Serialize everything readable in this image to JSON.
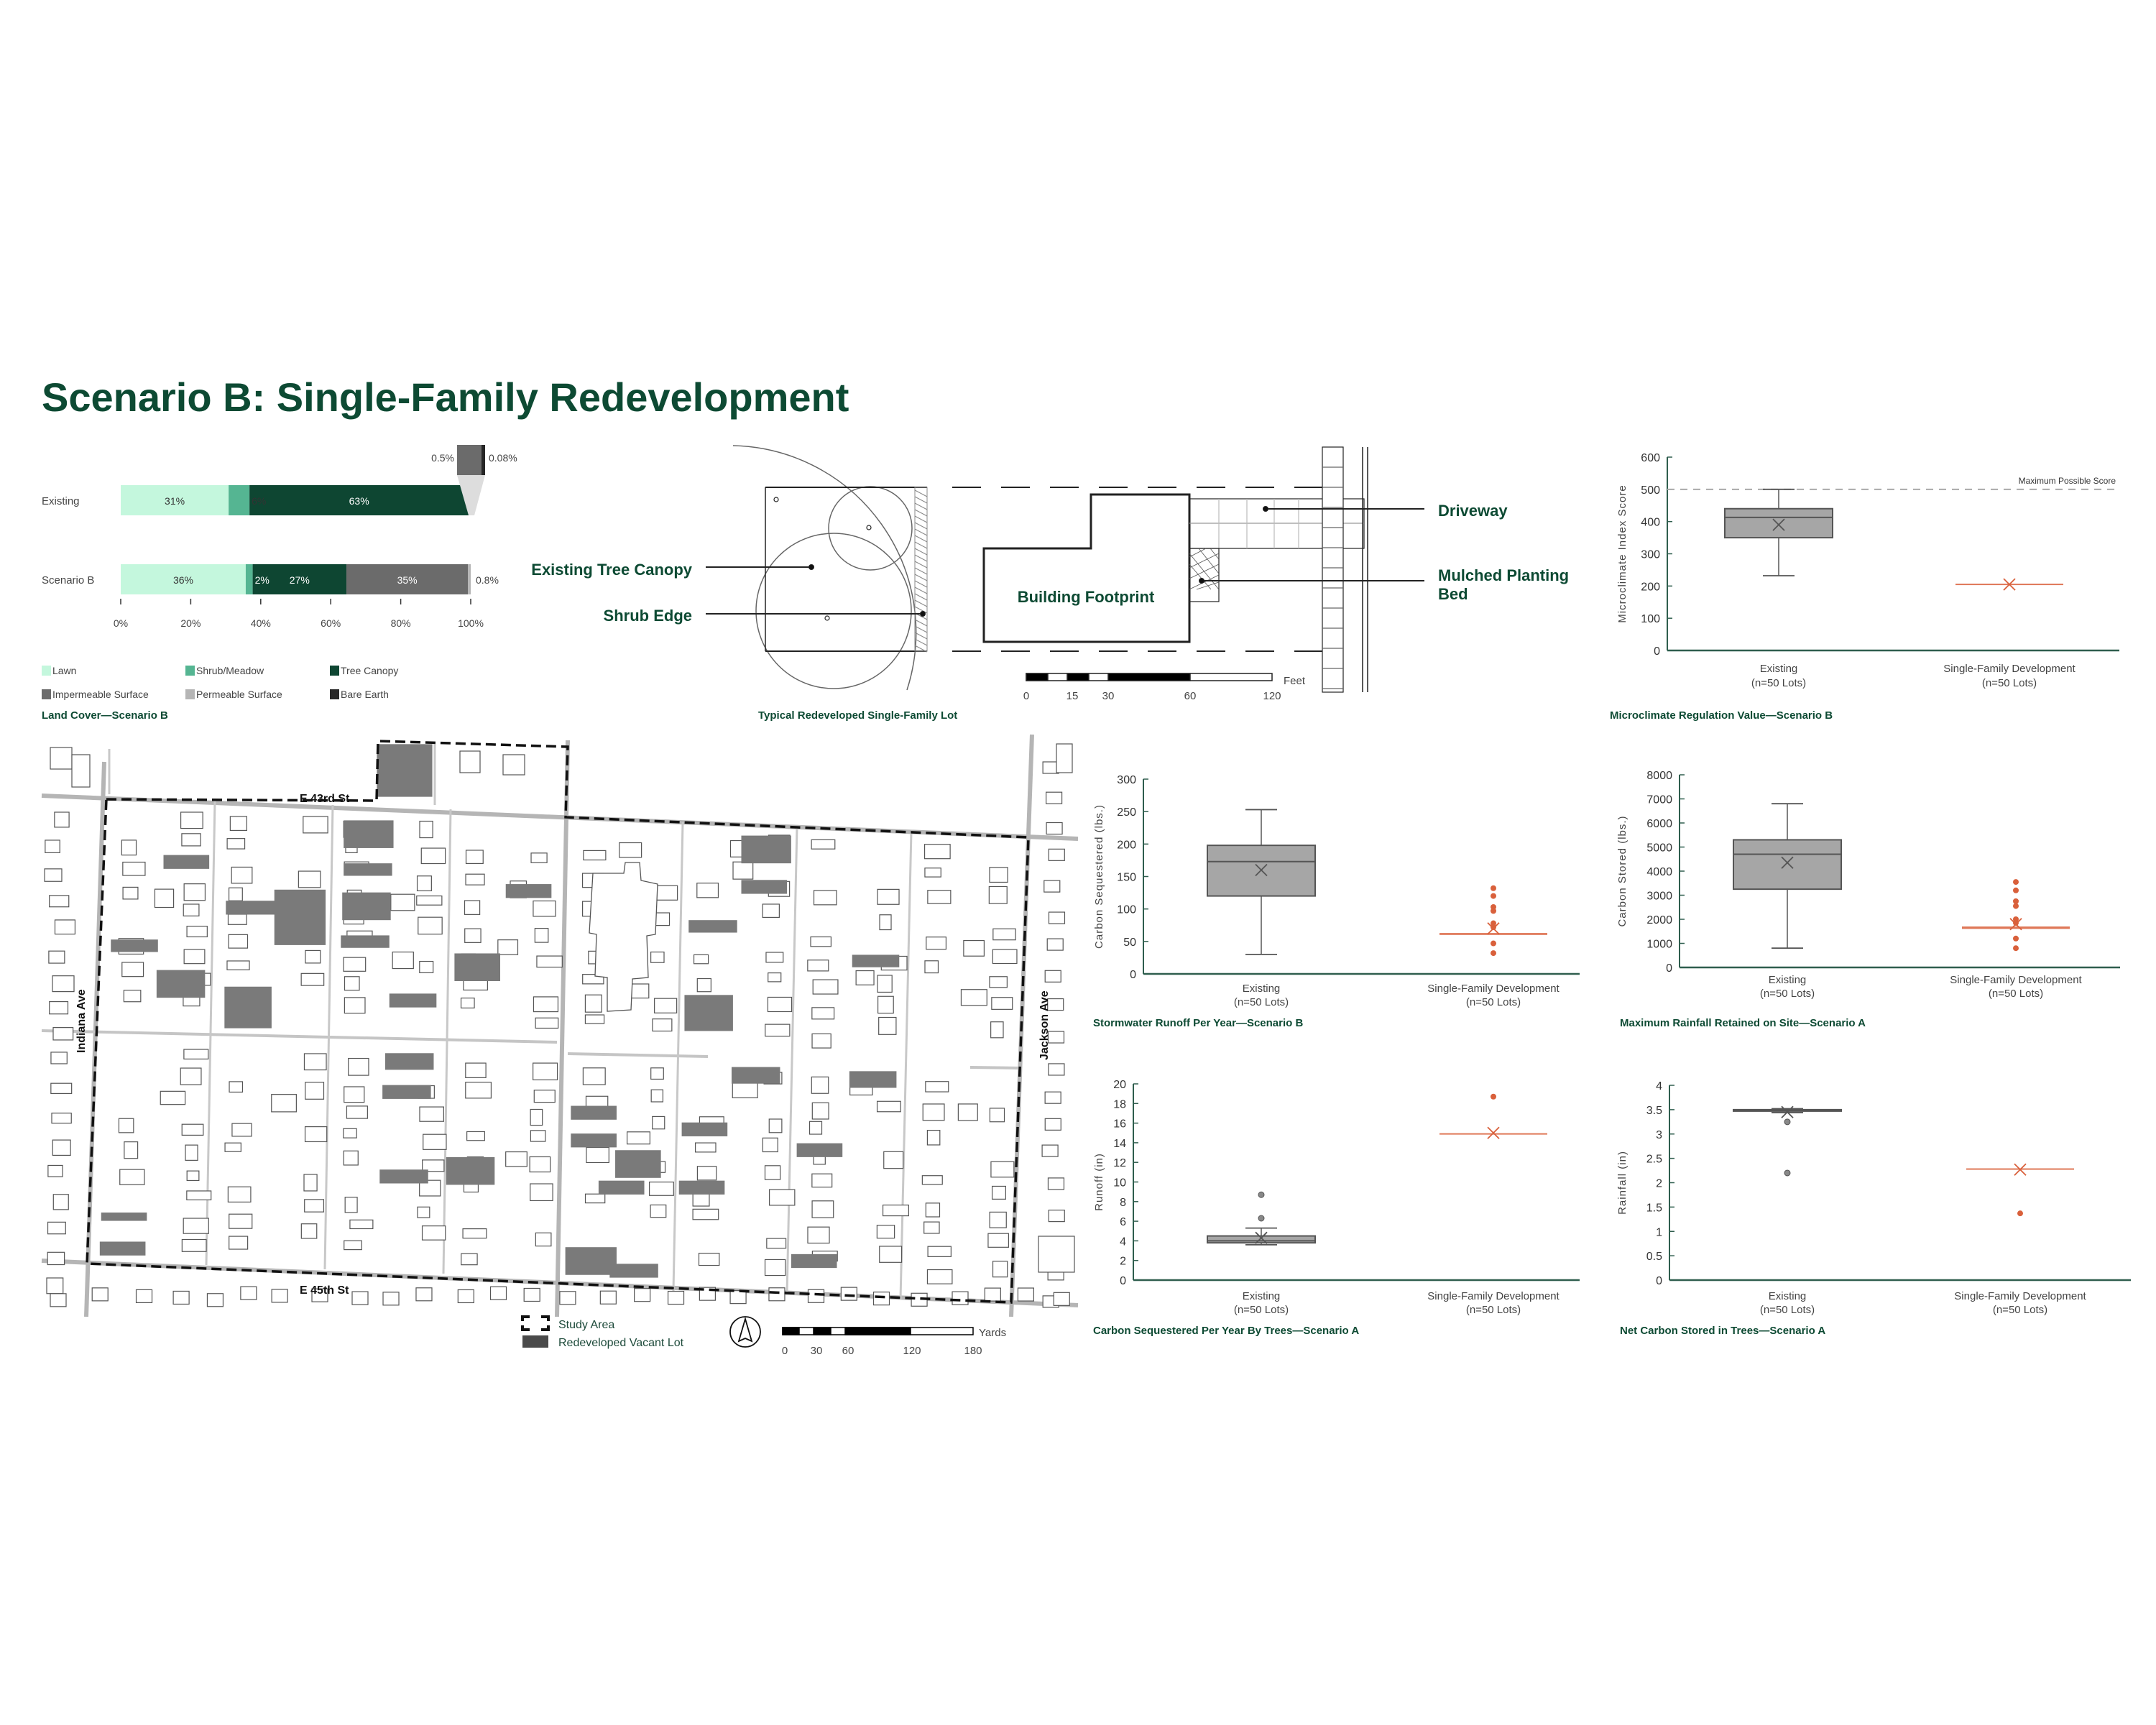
{
  "page_title": "Scenario B: Single-Family Redevelopment",
  "colors": {
    "accent_green": "#0d4a33",
    "redevelopment": "#d9603b",
    "existing_box": "#a6a6a6"
  },
  "lot_diagram": {
    "title": "Typical Redeveloped Single-Family Lot",
    "labels": {
      "tree_canopy": "Existing Tree Canopy",
      "shrub_edge": "Shrub Edge",
      "building": "Building Footprint",
      "driveway": "Driveway",
      "mulched_1": "Mulched Planting",
      "mulched_2": "Bed"
    },
    "scale": {
      "unit": "Feet",
      "ticks": [
        "0",
        "15",
        "30",
        "60",
        "120"
      ]
    }
  },
  "map": {
    "streets": {
      "north": "E 43rd St",
      "south": "E 45th St",
      "west": "Indiana Ave",
      "east": "Jackson Ave"
    },
    "legend": {
      "study_area": "Study Area",
      "redeveloped": "Redeveloped Vacant Lot"
    },
    "scale": {
      "unit": "Yards",
      "ticks": [
        "0",
        "30",
        "60",
        "120",
        "180"
      ]
    },
    "north_arrow": "north-arrow-icon"
  },
  "chart_data": [
    {
      "type": "bar",
      "stacked": true,
      "orientation": "horizontal",
      "title": "Land Cover—Scenario B",
      "categories": [
        "Existing",
        "Scenario B"
      ],
      "xticks": [
        "0%",
        "20%",
        "40%",
        "60%",
        "80%",
        "100%"
      ],
      "xlim": [
        0,
        100
      ],
      "series": [
        {
          "name": "Lawn",
          "color": "#c4f7dd",
          "values": [
            31,
            36
          ],
          "labels": [
            "31%",
            "36%"
          ]
        },
        {
          "name": "Shrub/Meadow",
          "color": "#55b592",
          "values": [
            6,
            2
          ],
          "labels": [
            "6%",
            "2%"
          ]
        },
        {
          "name": "Tree Canopy",
          "color": "#0e4632",
          "values": [
            63,
            27
          ],
          "labels": [
            "63%",
            "27%"
          ]
        },
        {
          "name": "Impermeable Surface",
          "color": "#6b6b6b",
          "values": [
            0.5,
            35
          ],
          "labels": [
            "0.5%",
            "35%"
          ]
        },
        {
          "name": "Permeable Surface",
          "color": "#b5b5b5",
          "values": [
            0,
            0.8
          ],
          "labels": [
            "",
            "0.8%"
          ]
        },
        {
          "name": "Bare Earth",
          "color": "#262626",
          "values": [
            0.08,
            0
          ],
          "labels": [
            "0.08%",
            ""
          ]
        }
      ]
    },
    {
      "type": "box",
      "title": "Microclimate Regulation Value—Scenario B",
      "ylabel": "Microclimate Index Score",
      "ylim": [
        0,
        600
      ],
      "yticks": [
        0,
        100,
        200,
        300,
        400,
        500,
        600
      ],
      "reference_line": {
        "value": 500,
        "label": "Maximum Possible Score"
      },
      "categories": [
        [
          "Existing",
          "(n=50 Lots)"
        ],
        [
          "Single-Family Development",
          "(n=50 Lots)"
        ]
      ],
      "series": [
        {
          "name": "Existing",
          "low": 232,
          "q1": 350,
          "median": 413,
          "q3": 440,
          "high": 500,
          "mean": 390,
          "outliers": []
        },
        {
          "name": "Single-Family Development",
          "low": 205,
          "q1": 205,
          "median": 205,
          "q3": 205,
          "high": 205,
          "mean": 205,
          "outliers": []
        }
      ]
    },
    {
      "type": "box",
      "title": "Stormwater Runoff Per Year—Scenario B",
      "ylabel": "Carbon Sequestered (lbs.)",
      "ylim": [
        0,
        300
      ],
      "yticks": [
        0,
        50,
        100,
        150,
        200,
        250,
        300
      ],
      "categories": [
        [
          "Existing",
          "(n=50 Lots)"
        ],
        [
          "Single-Family Development",
          "(n=50 Lots)"
        ]
      ],
      "series": [
        {
          "name": "Existing",
          "low": 30,
          "q1": 120,
          "median": 173,
          "q3": 198,
          "high": 253,
          "mean": 160,
          "outliers": []
        },
        {
          "name": "Single-Family Development",
          "low": 60,
          "q1": 60,
          "median": 62,
          "q3": 63,
          "high": 63,
          "mean": 70,
          "outliers": [
            132,
            120,
            103,
            97,
            78,
            72,
            47,
            32
          ]
        }
      ]
    },
    {
      "type": "box",
      "title": "Maximum Rainfall Retained on Site—Scenario A",
      "ylabel": "Carbon Stored (lbs.)",
      "ylim": [
        0,
        8000
      ],
      "yticks": [
        0,
        1000,
        2000,
        3000,
        4000,
        5000,
        6000,
        7000,
        8000
      ],
      "categories": [
        [
          "Existing",
          "(n=50 Lots)"
        ],
        [
          "Single-Family Development",
          "(n=50 Lots)"
        ]
      ],
      "series": [
        {
          "name": "Existing",
          "low": 800,
          "q1": 3250,
          "median": 4700,
          "q3": 5300,
          "high": 6800,
          "mean": 4350,
          "outliers": []
        },
        {
          "name": "Single-Family Development",
          "low": 1600,
          "q1": 1600,
          "median": 1650,
          "q3": 1700,
          "high": 1700,
          "mean": 1800,
          "outliers": [
            3550,
            3200,
            2750,
            2550,
            2000,
            1850,
            1200,
            800
          ]
        }
      ]
    },
    {
      "type": "box",
      "title": "Carbon Sequestered Per Year By Trees—Scenario A",
      "ylabel": "Runoff (in)",
      "ylim": [
        0,
        20
      ],
      "yticks": [
        0,
        2,
        4,
        6,
        8,
        10,
        12,
        14,
        16,
        18,
        20
      ],
      "categories": [
        [
          "Existing",
          "(n=50 Lots)"
        ],
        [
          "Single-Family Development",
          "(n=50 Lots)"
        ]
      ],
      "series": [
        {
          "name": "Existing",
          "low": 3.6,
          "q1": 3.8,
          "median": 4.0,
          "q3": 4.5,
          "high": 5.3,
          "mean": 4.3,
          "outliers": [
            6.3,
            8.7
          ]
        },
        {
          "name": "Single-Family Development",
          "low": 14.9,
          "q1": 14.9,
          "median": 14.9,
          "q3": 14.9,
          "high": 14.9,
          "mean": 15.0,
          "outliers": [
            18.7
          ]
        }
      ]
    },
    {
      "type": "box",
      "title": "Net Carbon Stored in Trees—Scenario A",
      "ylabel": "Rainfall (in)",
      "ylim": [
        0,
        4
      ],
      "yticks": [
        0,
        0.5,
        1,
        1.5,
        2,
        2.5,
        3,
        3.5,
        4
      ],
      "categories": [
        [
          "Existing",
          "(n=50 Lots)"
        ],
        [
          "Single-Family Development",
          "(n=50 Lots)"
        ]
      ],
      "series": [
        {
          "name": "Existing",
          "low": 3.44,
          "q1": 3.47,
          "median": 3.49,
          "q3": 3.5,
          "high": 3.52,
          "mean": 3.45,
          "outliers": [
            3.25,
            2.2
          ]
        },
        {
          "name": "Single-Family Development",
          "low": 2.28,
          "q1": 2.28,
          "median": 2.28,
          "q3": 2.28,
          "high": 2.28,
          "mean": 2.27,
          "outliers": [
            1.37
          ]
        }
      ]
    }
  ]
}
